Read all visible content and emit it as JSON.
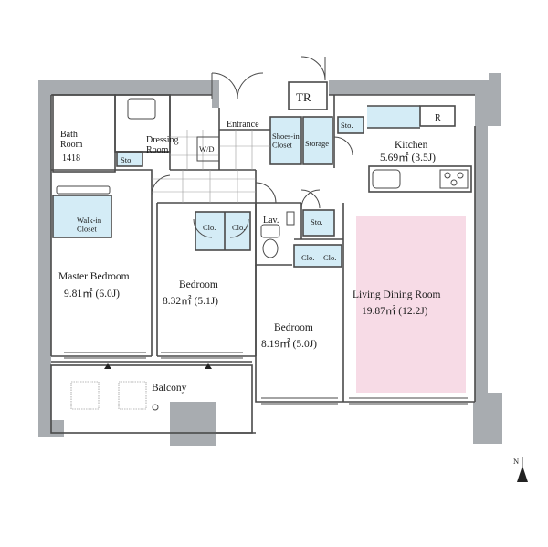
{
  "rooms": {
    "bath": {
      "name": "Bath\nRoom",
      "size": "1418"
    },
    "walkin": {
      "name": "Walk-in\nCloset"
    },
    "dressing": {
      "name": "Dressing\nRoom"
    },
    "wd": {
      "name": "W/D"
    },
    "entrance": {
      "name": "Entrance"
    },
    "shoes": {
      "name": "Shoes-in\nCloset"
    },
    "storage": {
      "name": "Storage"
    },
    "tr": {
      "name": "TR"
    },
    "sto_bath": {
      "name": "Sto."
    },
    "sto_kitchen": {
      "name": "Sto."
    },
    "sto_lav": {
      "name": "Sto."
    },
    "r": {
      "name": "R"
    },
    "kitchen": {
      "name": "Kitchen",
      "area": "5.69㎡ (3.5J)"
    },
    "lav": {
      "name": "Lav."
    },
    "clo1": {
      "name": "Clo."
    },
    "clo2": {
      "name": "Clo."
    },
    "clo3": {
      "name": "Clo."
    },
    "clo4": {
      "name": "Clo."
    },
    "master": {
      "name": "Master Bedroom",
      "area": "9.81㎡ (6.0J)"
    },
    "bedroom1": {
      "name": "Bedroom",
      "area": "8.32㎡ (5.1J)"
    },
    "bedroom2": {
      "name": "Bedroom",
      "area": "8.19㎡ (5.0J)"
    },
    "ldr": {
      "name": "Living Dining Room",
      "area": "19.87㎡ (12.2J)"
    },
    "balcony": {
      "name": "Balcony"
    }
  },
  "compass": {
    "label": "N"
  },
  "colors": {
    "wall": "#a8acb0",
    "ldr": "#f7dbe6",
    "storage": "#d4ecf6",
    "line": "#4a4a4a"
  }
}
